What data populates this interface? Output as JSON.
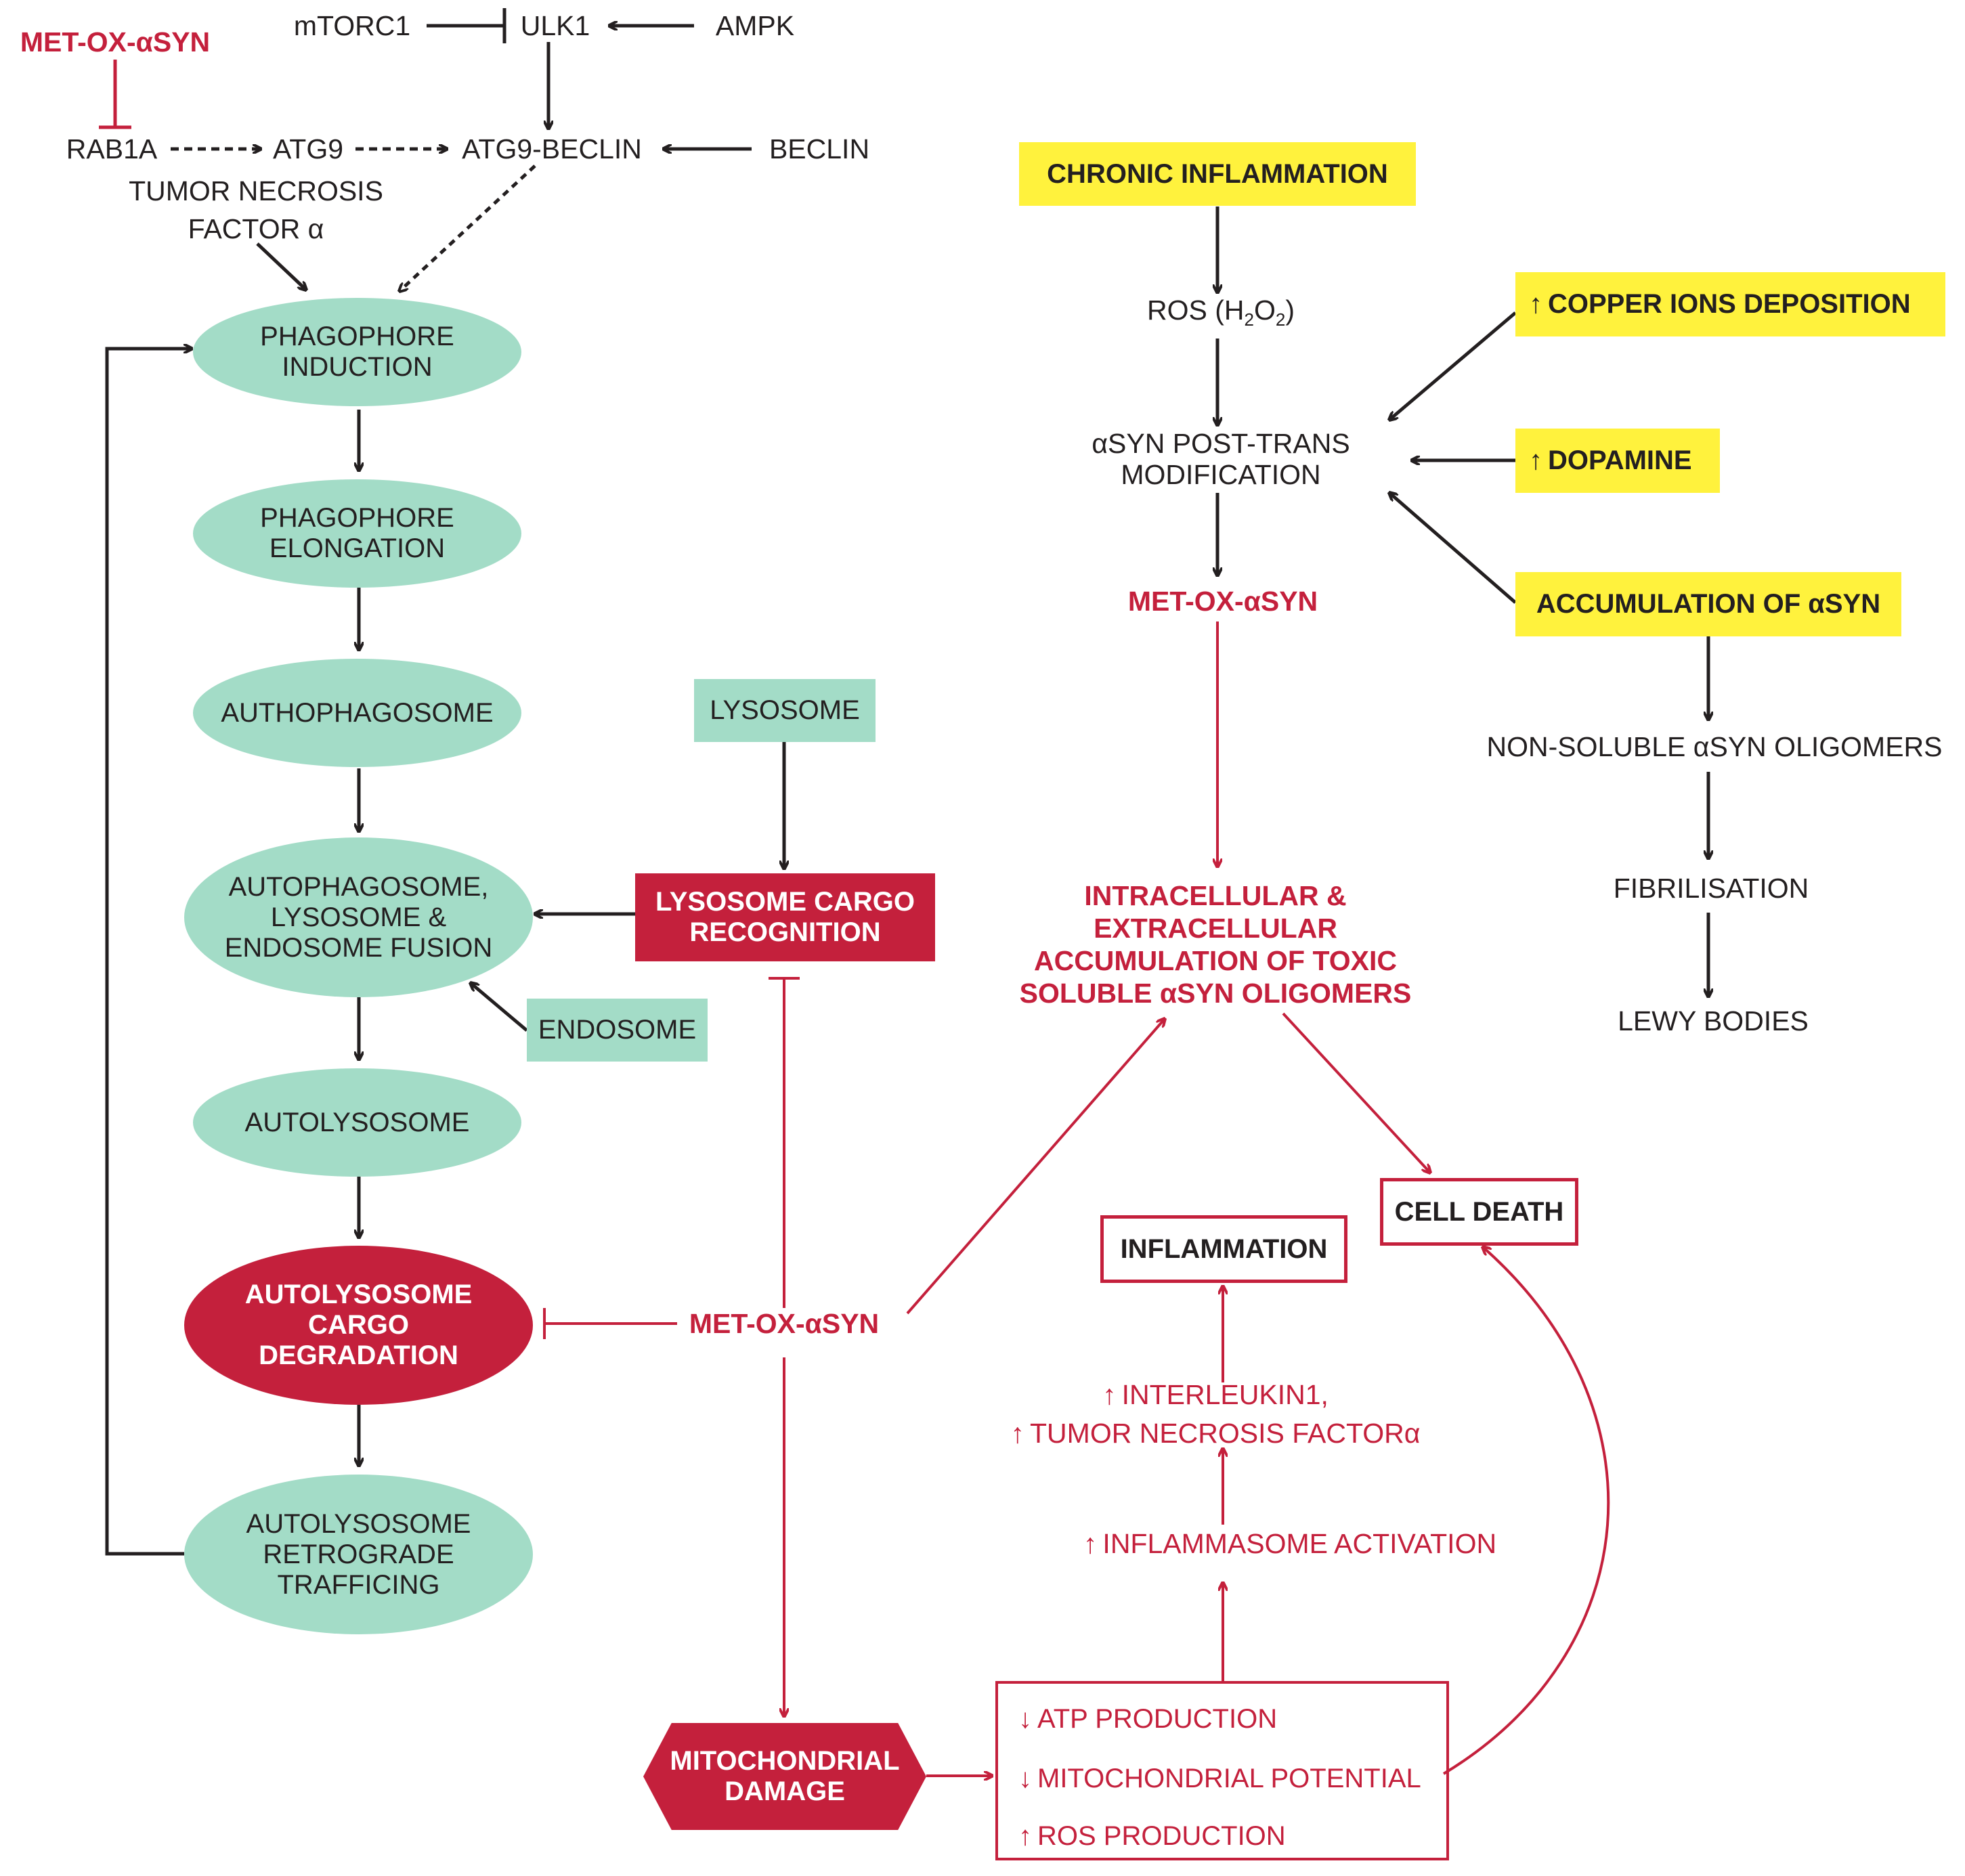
{
  "colors": {
    "teal_node": "#a3dcc7",
    "red_node": "#c4203c",
    "yellow_node": "#fff23d",
    "text_dark": "#231f20",
    "arrow_dark": "#231f20",
    "arrow_red": "#c4203c"
  },
  "top_pathway": {
    "met_ox_asyn": "MET-OX-αSYN",
    "mtorc1": "mTORC1",
    "ulk1": "ULK1",
    "ampk": "AMPK",
    "rab1a": "RAB1A",
    "atg9": "ATG9",
    "atg9_beclin": "ATG9-BECLIN",
    "beclin": "BECLIN",
    "tnf_alpha": "TUMOR NECROSIS\nFACTOR α"
  },
  "autophagy": {
    "phagophore_induction": "PHAGOPHORE\nINDUCTION",
    "phagophore_elongation": "PHAGOPHORE\nELONGATION",
    "authophagosome": "AUTHOPHAGOSOME",
    "fusion": "AUTOPHAGOSOME,\nLYSOSOME &\nENDOSOME FUSION",
    "autolysosome": "AUTOLYSOSOME",
    "cargo_degradation": "AUTOLYSOSOME\nCARGO\nDEGRADATION",
    "retrograde": "AUTOLYSOSOME\nRETROGRADE\nTRAFFICING",
    "lysosome": "LYSOSOME",
    "lysosome_cargo": "LYSOSOME CARGO\nRECOGNITION",
    "endosome": "ENDOSOME",
    "met_ox_asyn_mid": "MET-OX-αSYN",
    "mito_damage": "MITOCHONDRIAL\nDAMAGE"
  },
  "right_pathway": {
    "chronic_inflammation": "CHRONIC INFLAMMATION",
    "ros_prefix": "ROS (H",
    "ros_sub1": "2",
    "ros_mid": "O",
    "ros_sub2": "2",
    "ros_suffix": ")",
    "post_trans": "αSYN POST-TRANS\nMODIFICATION",
    "met_ox_asyn_right": "MET-OX-αSYN",
    "copper": "COPPER IONS DEPOSITION",
    "dopamine": "DOPAMINE",
    "accumulation": "ACCUMULATION OF αSYN",
    "non_soluble": "NON-SOLUBLE  αSYN OLIGOMERS",
    "fibrilisation": "FIBRILISATION",
    "lewy": "LEWY BODIES",
    "toxic_oligomers": "INTRACELLULAR &\nEXTRACELLULAR\nACCUMULATION OF TOXIC\nSOLUBLE  αSYN OLIGOMERS",
    "cell_death": "CELL DEATH",
    "inflammation": "INFLAMMATION",
    "interleukin": "INTERLEUKIN1,",
    "tnf_alpha2": "TUMOR NECROSIS FACTORα",
    "inflammasome": "INFLAMMASOME ACTIVATION",
    "atp": "ATP PRODUCTION",
    "mito_potential": "MITOCHONDRIAL POTENTIAL",
    "ros_production": "ROS PRODUCTION"
  },
  "icons": {
    "up_arrow": "↑",
    "down_arrow": "↓"
  }
}
